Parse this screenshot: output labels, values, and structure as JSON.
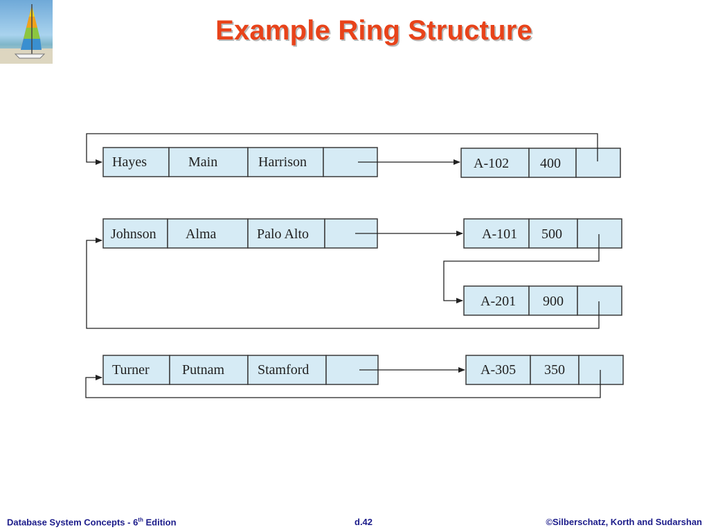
{
  "title": "Example Ring Structure",
  "logo_icon": "sailboat-icon",
  "colors": {
    "title": "#e8431a",
    "cell_fill": "#d6ebf5",
    "cell_stroke": "#3a3a3a",
    "footer": "#1c1c8a"
  },
  "footer": {
    "left_prefix": "Database System Concepts - 6",
    "left_sup": "th",
    "left_suffix": " Edition",
    "center": "d.42",
    "right": "©Silberschatz, Korth and Sudarshan"
  },
  "customers": [
    {
      "name": "Hayes",
      "street": "Main",
      "city": "Harrison"
    },
    {
      "name": "Johnson",
      "street": "Alma",
      "city": "Palo Alto"
    },
    {
      "name": "Turner",
      "street": "Putnam",
      "city": "Stamford"
    }
  ],
  "accounts": [
    {
      "number": "A-102",
      "balance": "400"
    },
    {
      "number": "A-101",
      "balance": "500"
    },
    {
      "number": "A-201",
      "balance": "900"
    },
    {
      "number": "A-305",
      "balance": "350"
    }
  ]
}
